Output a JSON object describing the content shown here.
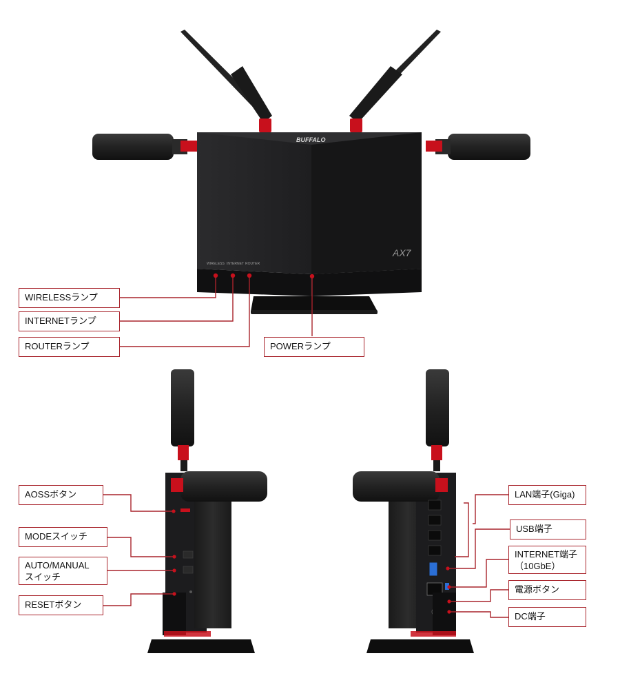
{
  "device": {
    "brand_logo": "BUFFALO",
    "model_mark": "AX7"
  },
  "front_view": {
    "lamp_labels": [
      "WIRELESS",
      "INTERNET",
      "ROUTER"
    ],
    "callouts": {
      "wireless": "WIRELESSランプ",
      "internet": "INTERNETランプ",
      "router": "ROUTERランプ",
      "power": "POWERランプ"
    }
  },
  "left_side_view": {
    "callouts": {
      "aoss": "AOSSボタン",
      "mode": "MODEスイッチ",
      "auto_manual": "AUTO/MANUAL\nスイッチ",
      "reset": "RESETボタン"
    }
  },
  "right_side_view": {
    "callouts": {
      "lan": "LAN端子(Giga)",
      "usb": "USB端子",
      "internet_port": "INTERNET端子\n（10GbE）",
      "power_button": "電源ボタン",
      "dc": "DC端子"
    }
  },
  "colors": {
    "accent_red": "#c8101c",
    "callout_border": "#a8232b",
    "device_black": "#1c1c1e"
  }
}
